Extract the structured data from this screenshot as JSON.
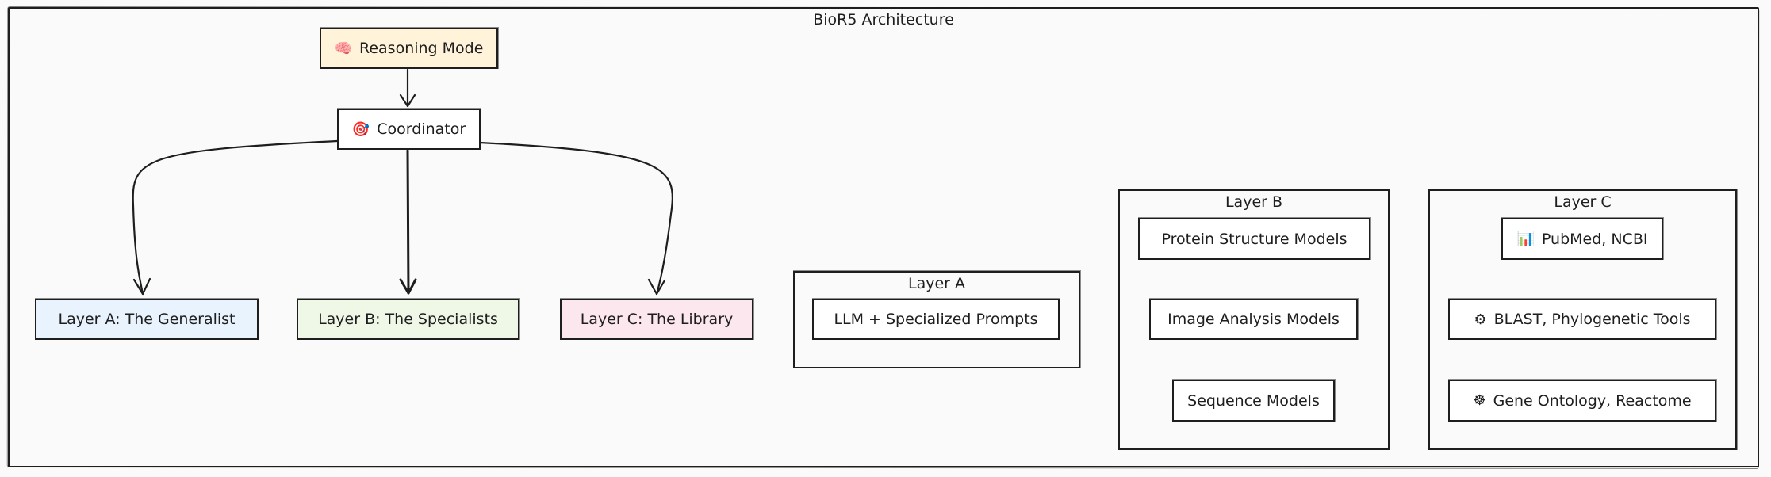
{
  "diagram": {
    "title": "BioR5 Architecture",
    "nodes": {
      "reasoning": {
        "label": "Reasoning Mode",
        "icon": "brain-icon",
        "glyph": "🧠",
        "fill": "#fff3da"
      },
      "coordinator": {
        "label": "Coordinator",
        "icon": "target-icon",
        "glyph": "🎯",
        "fill": "#ffffff"
      },
      "layer_a": {
        "label": "Layer A: The Generalist",
        "fill": "#e8f3fd"
      },
      "layer_b": {
        "label": "Layer B: The Specialists",
        "fill": "#eff7e6"
      },
      "layer_c": {
        "label": "Layer C: The Library",
        "fill": "#fde7ee"
      }
    },
    "edges": [
      {
        "from": "Reasoning Mode",
        "to": "Coordinator"
      },
      {
        "from": "Coordinator",
        "to": "Layer A: The Generalist"
      },
      {
        "from": "Coordinator",
        "to": "Layer B: The Specialists"
      },
      {
        "from": "Coordinator",
        "to": "Layer C: The Library"
      }
    ],
    "groups": {
      "a": {
        "title": "Layer A",
        "items": [
          {
            "label": "LLM + Specialized Prompts"
          }
        ]
      },
      "b": {
        "title": "Layer B",
        "items": [
          {
            "label": "Protein Structure Models"
          },
          {
            "label": "Image Analysis Models"
          },
          {
            "label": "Sequence Models"
          }
        ]
      },
      "c": {
        "title": "Layer C",
        "items": [
          {
            "label": "PubMed, NCBI",
            "icon": "bar-chart-icon",
            "glyph": "📊"
          },
          {
            "label": "BLAST, Phylogenetic Tools",
            "icon": "gear-icon",
            "glyph": "⚙"
          },
          {
            "label": "Gene Ontology, Reactome",
            "icon": "helm-icon",
            "glyph": "☸"
          }
        ]
      }
    },
    "stroke_color": "#1e1e1e",
    "background": "#fafafa"
  }
}
